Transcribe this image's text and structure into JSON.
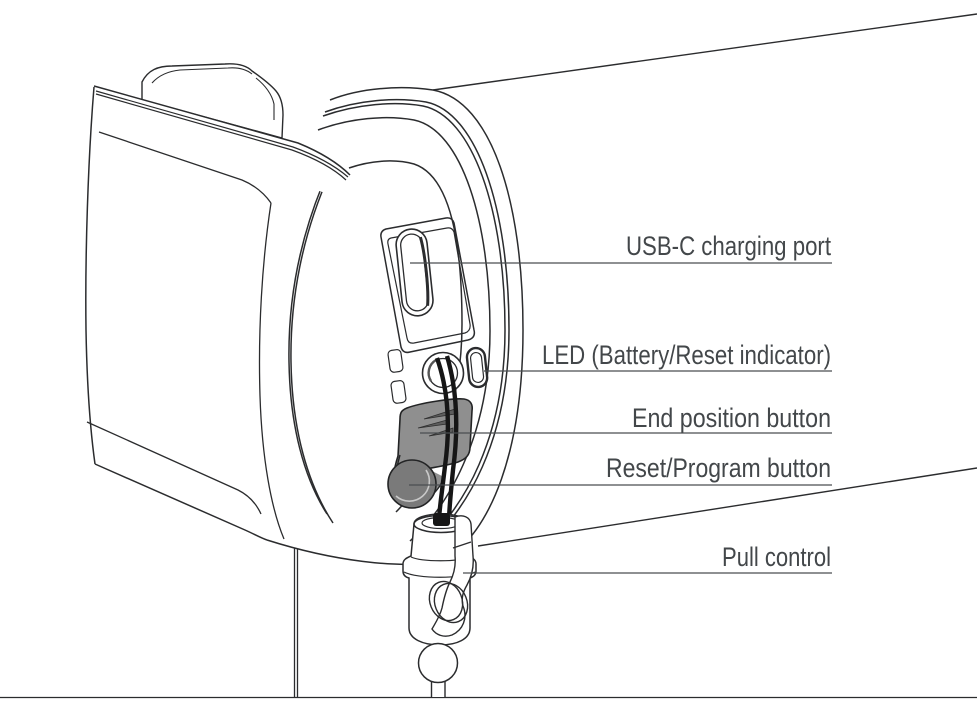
{
  "diagram": {
    "labels": {
      "usb": "USB-C charging port",
      "led": "LED (Battery/Reset indicator)",
      "end_position": "End position button",
      "reset": "Reset/Program button",
      "pull": "Pull control"
    },
    "colors": {
      "line": "#2b2c2e",
      "text": "#43474a",
      "leader": "#4a4e50",
      "button_gray": "#8f8f8f",
      "button_dark": "#7a7a7a",
      "cord_black": "#161616"
    }
  }
}
